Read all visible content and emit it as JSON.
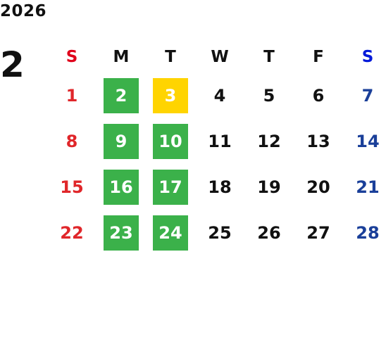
{
  "calendar": {
    "year": "2026",
    "month": "2",
    "weekdays": [
      {
        "label": "S",
        "color": "#e0001b"
      },
      {
        "label": "M",
        "color": "#111111"
      },
      {
        "label": "T",
        "color": "#111111"
      },
      {
        "label": "W",
        "color": "#111111"
      },
      {
        "label": "T",
        "color": "#111111"
      },
      {
        "label": "F",
        "color": "#111111"
      },
      {
        "label": "S",
        "color": "#0019d9"
      }
    ],
    "colors": {
      "sunday": "#e0262a",
      "saturday": "#1a3f99",
      "weekday": "#111111",
      "highlight_green": "#3bb14a",
      "highlight_yellow": "#ffd400",
      "highlight_text": "#ffffff"
    },
    "weeks": [
      [
        {
          "day": "1",
          "status": "none"
        },
        {
          "day": "2",
          "status": "green"
        },
        {
          "day": "3",
          "status": "yellow"
        },
        {
          "day": "4",
          "status": "none"
        },
        {
          "day": "5",
          "status": "none"
        },
        {
          "day": "6",
          "status": "none"
        },
        {
          "day": "7",
          "status": "none"
        }
      ],
      [
        {
          "day": "8",
          "status": "none"
        },
        {
          "day": "9",
          "status": "green"
        },
        {
          "day": "10",
          "status": "green"
        },
        {
          "day": "11",
          "status": "none"
        },
        {
          "day": "12",
          "status": "none"
        },
        {
          "day": "13",
          "status": "none"
        },
        {
          "day": "14",
          "status": "none"
        }
      ],
      [
        {
          "day": "15",
          "status": "none"
        },
        {
          "day": "16",
          "status": "green"
        },
        {
          "day": "17",
          "status": "green"
        },
        {
          "day": "18",
          "status": "none"
        },
        {
          "day": "19",
          "status": "none"
        },
        {
          "day": "20",
          "status": "none"
        },
        {
          "day": "21",
          "status": "none"
        }
      ],
      [
        {
          "day": "22",
          "status": "none"
        },
        {
          "day": "23",
          "status": "green"
        },
        {
          "day": "24",
          "status": "green"
        },
        {
          "day": "25",
          "status": "none"
        },
        {
          "day": "26",
          "status": "none"
        },
        {
          "day": "27",
          "status": "none"
        },
        {
          "day": "28",
          "status": "none"
        }
      ]
    ]
  }
}
